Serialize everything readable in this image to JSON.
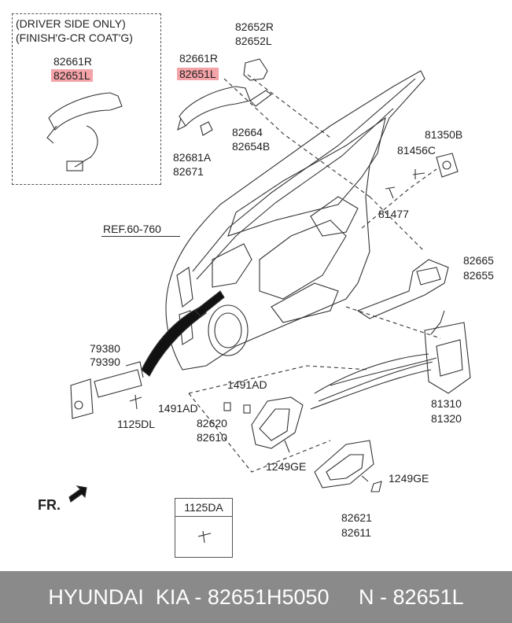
{
  "inset": {
    "note_line1": "(DRIVER SIDE ONLY)",
    "note_line2": "(FINISH'G-CR COAT'G)",
    "label_a": "82661R",
    "label_b": "82651L"
  },
  "labels": {
    "p82661R": "82661R",
    "p82651L": "82651L",
    "p82652R": "82652R",
    "p82652L": "82652L",
    "p82664": "82664",
    "p82654B": "82654B",
    "p82681A": "82681A",
    "p82671": "82671",
    "p81350B": "81350B",
    "p81456C": "81456C",
    "p81477": "81477",
    "p82665": "82665",
    "p82655": "82655",
    "p79380": "79380",
    "p79390": "79390",
    "p1125DL": "1125DL",
    "p1491AD_top": "1491AD",
    "p1491AD_left": "1491AD",
    "p82620": "82620",
    "p82610": "82610",
    "p1249GE_a": "1249GE",
    "p1249GE_b": "1249GE",
    "p81310": "81310",
    "p81320": "81320",
    "p82621": "82621",
    "p82611": "82611"
  },
  "ref": "REF.60-760",
  "fastener_box": {
    "label": "1125DA"
  },
  "front_label": "FR.",
  "highlight_color": "#f4a3a8",
  "footer": {
    "text": "HYUNDAI  KIA - 82651H5050     N - 82651L",
    "bg_color": "#8a8a8a"
  }
}
